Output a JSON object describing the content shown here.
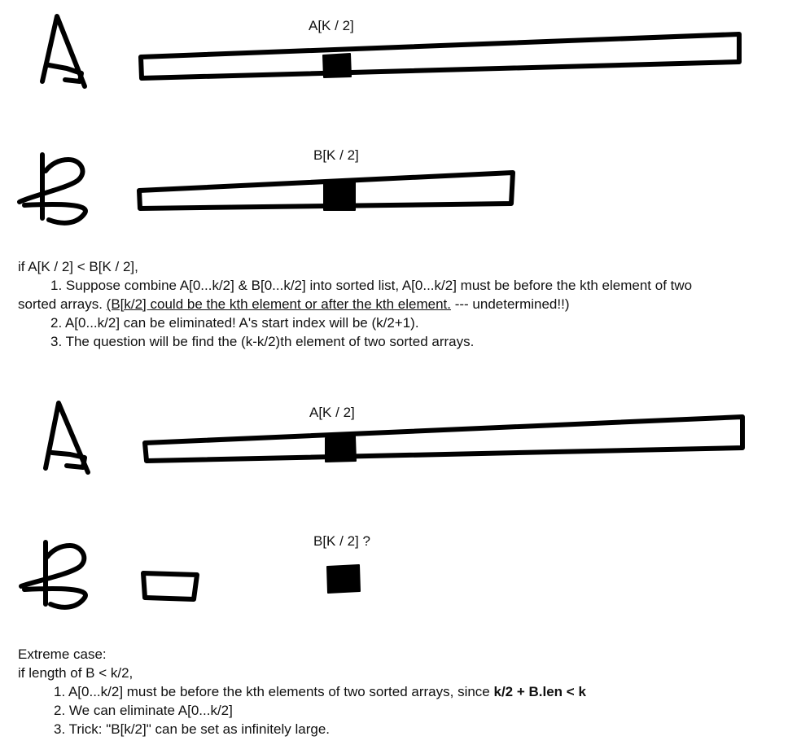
{
  "diagram1": {
    "a_label": "A[K / 2]",
    "b_label": "B[K / 2]"
  },
  "text1": {
    "condition": "if A[K / 2] < B[K / 2],",
    "item1_prefix": "1. Suppose combine  A[0...k/2] & B[0...k/2] into sorted list, A[0...k/2] must be before the kth element of two",
    "item1_cont_prefix": "sorted arrays. ",
    "item1_underlined": "(B[k/2] could be the kth element or after the kth element.",
    "item1_suffix": " --- undetermined!!)",
    "item2": "2.  A[0...k/2] can be eliminated!  A's start index will be (k/2+1).",
    "item3": "3.  The question will be find the (k-k/2)th element of two sorted arrays."
  },
  "diagram2": {
    "a_label": "A[K / 2]",
    "b_label": "B[K / 2] ?"
  },
  "text2": {
    "heading": "Extreme case:",
    "condition": "if length of B < k/2,",
    "item1_prefix": "1. A[0...k/2] must be before the kth elements of two sorted arrays, since ",
    "item1_bold": "k/2 + B.len < k",
    "item2": "2. We can eliminate A[0...k/2]",
    "item3": "3. Trick: \"B[k/2]\" can be set as infinitely large."
  }
}
